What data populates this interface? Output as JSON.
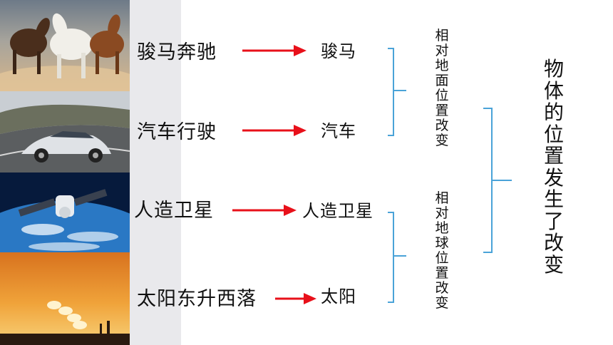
{
  "colors": {
    "arrow": "#e8101a",
    "brace": "#4aa3d8",
    "strip": "#e9e9ec"
  },
  "images": [
    {
      "name": "horses-photo",
      "icon": "galloping-horses-image"
    },
    {
      "name": "car-photo",
      "icon": "driving-car-image"
    },
    {
      "name": "satellite-photo",
      "icon": "satellite-over-earth-image"
    },
    {
      "name": "sunset-photo",
      "icon": "setting-sun-image"
    }
  ],
  "rows": [
    {
      "phrase": "骏马奔驰",
      "object": "骏马"
    },
    {
      "phrase": "汽车行驶",
      "object": "汽车"
    },
    {
      "phrase": "人造卫星",
      "object": "人造卫星"
    },
    {
      "phrase": "太阳东升西落",
      "object": "太阳"
    }
  ],
  "groups": {
    "relative_ground": "相对地面位置改变",
    "relative_earth": "相对地球位置改变"
  },
  "conclusion": "物体的位置发生了改变"
}
